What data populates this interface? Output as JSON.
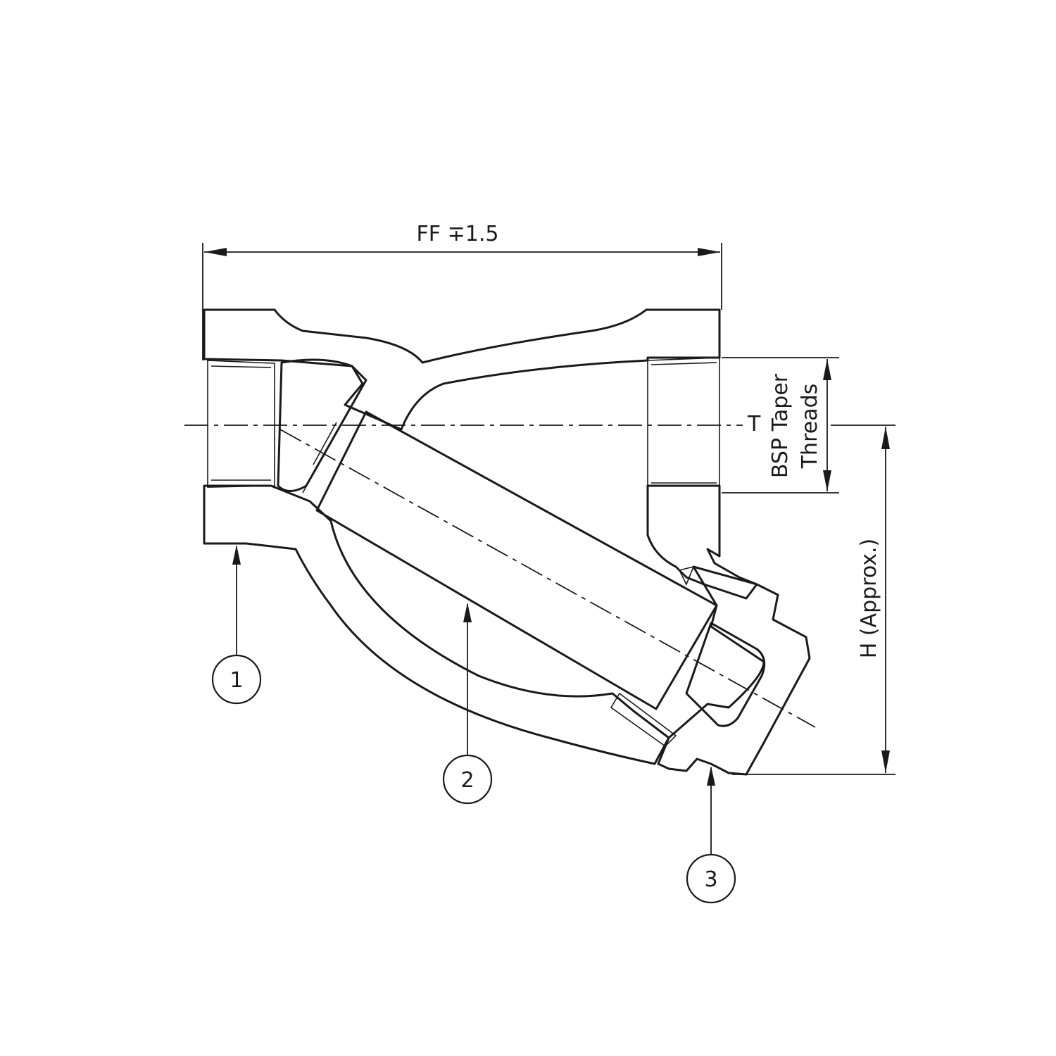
{
  "dimensions": {
    "ff": "FF ∓1.5",
    "t": "T",
    "bsp_line1": "BSP Taper",
    "bsp_line2": "Threads",
    "h": "H (Approx.)"
  },
  "balloons": [
    {
      "id": "1",
      "label": "1"
    },
    {
      "id": "2",
      "label": "2"
    },
    {
      "id": "3",
      "label": "3"
    }
  ],
  "colors": {
    "line": "#1a1a1a",
    "background": "#ffffff"
  }
}
